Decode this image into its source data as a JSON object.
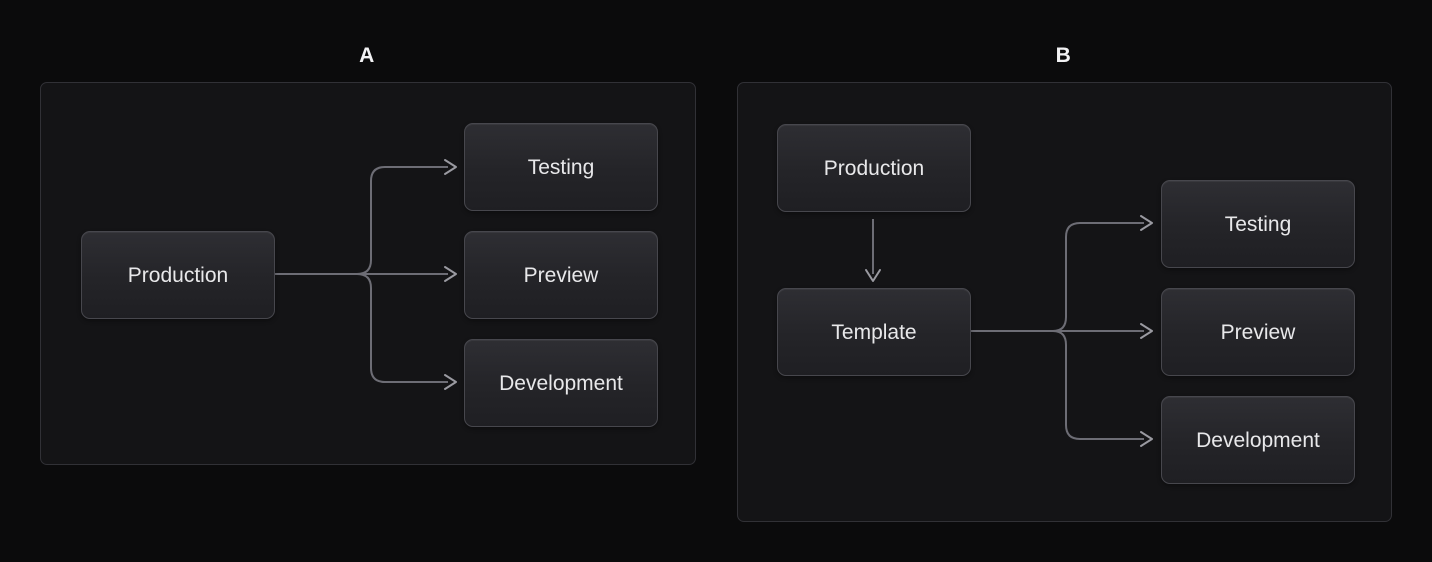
{
  "colors": {
    "page_background": "#0b0b0c",
    "panel_background": "#141416",
    "panel_border": "#313136",
    "node_fill_top": "#2e2e33",
    "node_fill_bottom": "#1f1f23",
    "node_border": "#47474d",
    "node_text": "#e8e8ea",
    "connector": "#6d6d75",
    "arrowhead": "#9a9aa1"
  },
  "diagram_a": {
    "label": "A",
    "nodes": {
      "source": "Production",
      "targets": [
        "Testing",
        "Preview",
        "Development"
      ]
    },
    "edges": [
      {
        "from": "Production",
        "to": "Testing"
      },
      {
        "from": "Production",
        "to": "Preview"
      },
      {
        "from": "Production",
        "to": "Development"
      }
    ]
  },
  "diagram_b": {
    "label": "B",
    "nodes": {
      "root": "Production",
      "intermediate": "Template",
      "targets": [
        "Testing",
        "Preview",
        "Development"
      ]
    },
    "edges": [
      {
        "from": "Production",
        "to": "Template"
      },
      {
        "from": "Template",
        "to": "Testing"
      },
      {
        "from": "Template",
        "to": "Preview"
      },
      {
        "from": "Template",
        "to": "Development"
      }
    ]
  }
}
